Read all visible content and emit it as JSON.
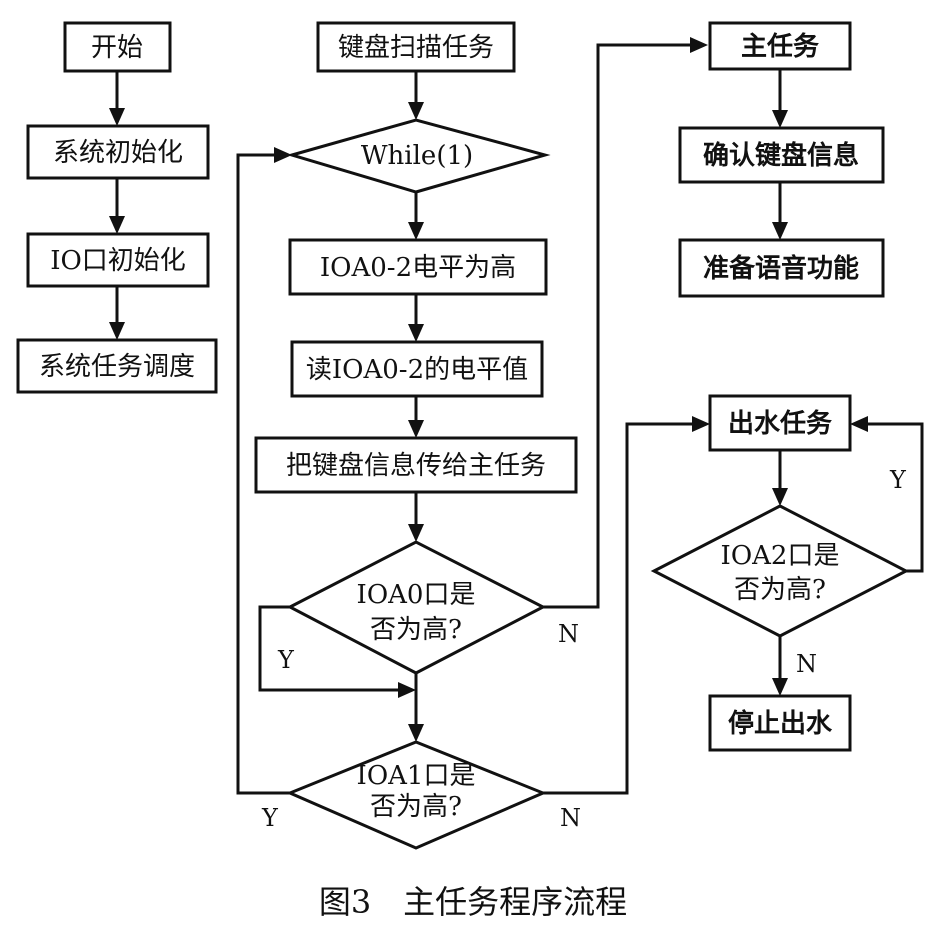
{
  "col1": {
    "start": "开始",
    "sys_init": "系统初始化",
    "io_init": "IO口初始化",
    "sched": "系统任务调度"
  },
  "col2": {
    "kbd_task": "键盘扫描任务",
    "while": "While(1)",
    "ioa_high": "IOA0-2电平为高",
    "read_level": "读IOA0-2的电平值",
    "pass_info": "把键盘信息传给主任务",
    "ioa0_l1": "IOA0口是",
    "ioa0_l2": "否为高?",
    "ioa1_l1": "IOA1口是",
    "ioa1_l2": "否为高?",
    "y_ioa0": "Y",
    "n_ioa0": "N",
    "y_ioa1": "Y",
    "n_ioa1": "N"
  },
  "col3": {
    "main_task": "主任务",
    "confirm": "确认键盘信息",
    "voice": "准备语音功能",
    "water_task": "出水任务",
    "ioa2_l1": "IOA2口是",
    "ioa2_l2": "否为高?",
    "y_ioa2": "Y",
    "n_ioa2": "N",
    "stop": "停止出水"
  },
  "caption": "图3　主任务程序流程"
}
